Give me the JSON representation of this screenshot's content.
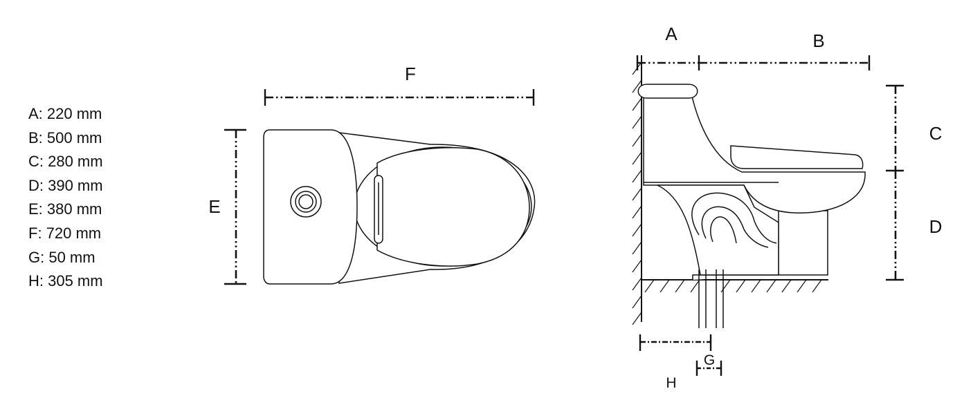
{
  "specs": [
    {
      "key": "A",
      "text": "A: 220 mm"
    },
    {
      "key": "B",
      "text": "B: 500 mm"
    },
    {
      "key": "C",
      "text": "C: 280 mm"
    },
    {
      "key": "D",
      "text": "D: 390 mm"
    },
    {
      "key": "E",
      "text": "E: 380 mm"
    },
    {
      "key": "F",
      "text": "F: 720 mm"
    },
    {
      "key": "G",
      "text": "G: 50 mm"
    },
    {
      "key": "H",
      "text": "H: 305 mm"
    }
  ],
  "labels": {
    "A": "A",
    "B": "B",
    "C": "C",
    "D": "D",
    "E": "E",
    "F": "F",
    "G": "G",
    "H": "H"
  }
}
